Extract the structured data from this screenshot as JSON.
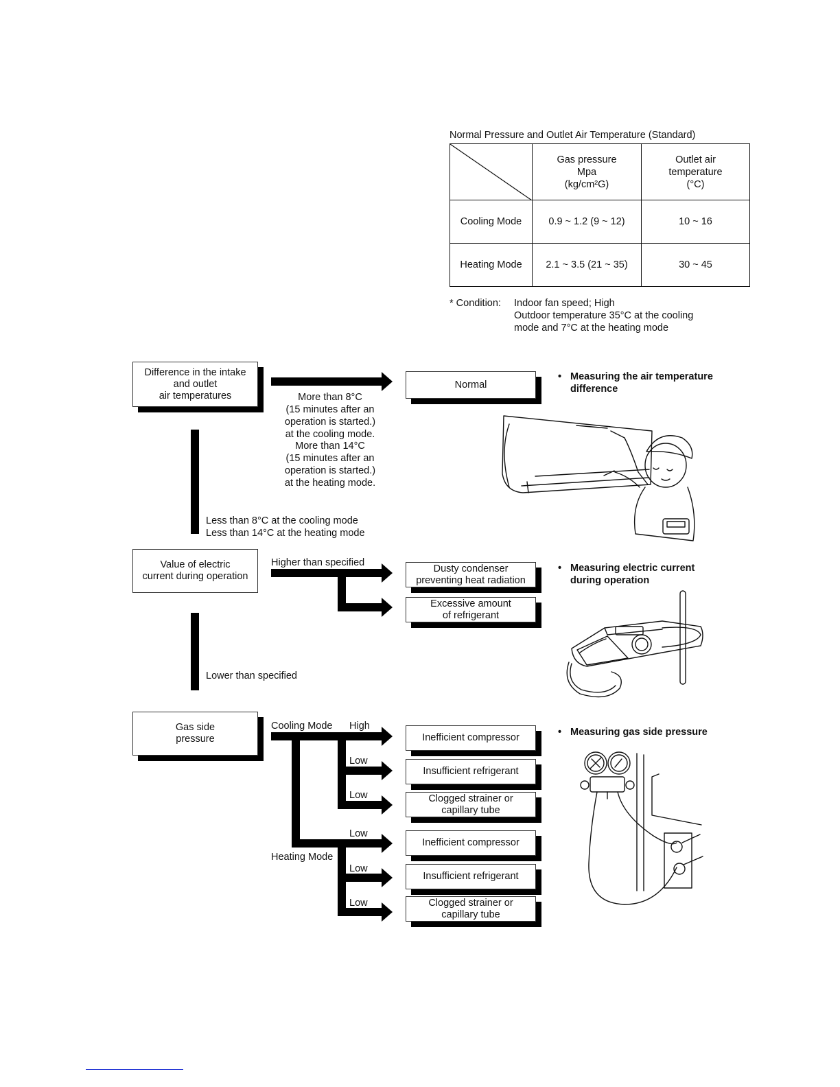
{
  "table": {
    "caption": "Normal Pressure and Outlet Air Temperature (Standard)",
    "headers": [
      "Gas pressure\nMpa\n(kg/cm²G)",
      "Outlet air\ntemperature\n(°C)"
    ],
    "rows": [
      {
        "mode": "Cooling Mode",
        "pressure": "0.9 ~ 1.2 (9 ~ 12)",
        "temp": "10 ~ 16"
      },
      {
        "mode": "Heating Mode",
        "pressure": "2.1 ~ 3.5 (21 ~ 35)",
        "temp": "30 ~ 45"
      }
    ],
    "condition_label": "* Condition:",
    "condition_lines": [
      "Indoor fan speed; High",
      "Outdoor temperature 35°C at the cooling",
      "mode and 7°C at the heating mode"
    ]
  },
  "flow1": {
    "box": "Difference in the intake\nand outlet\nair temperatures",
    "arrow_text": [
      "More than 8°C",
      "(15 minutes after an",
      "operation is started.)",
      "at the cooling mode.",
      "More than 14°C",
      "(15 minutes after an",
      "operation is started.)",
      "at the heating mode."
    ],
    "result": "Normal",
    "down_text": [
      "Less than 8°C at the cooling mode",
      "Less than 14°C at the heating mode"
    ],
    "note": "Measuring the air temperature\ndifference"
  },
  "flow2": {
    "box": "Value of electric\ncurrent during operation",
    "higher_label": "Higher than specified",
    "result1": "Dusty condenser\npreventing heat radiation",
    "result2": "Excessive amount\nof refrigerant",
    "lower_label": "Lower than specified",
    "note": "Measuring electric current\nduring operation"
  },
  "flow3": {
    "box": "Gas side\npressure",
    "cooling_label": "Cooling Mode",
    "heating_label": "Heating Mode",
    "high": "High",
    "low": "Low",
    "results": [
      "Inefficient compressor",
      "Insufficient refrigerant",
      "Clogged strainer or\ncapillary tube",
      "Inefficient compressor",
      "Insufficient refrigerant",
      "Clogged strainer or\ncapillary tube"
    ],
    "note": "Measuring gas side pressure"
  }
}
